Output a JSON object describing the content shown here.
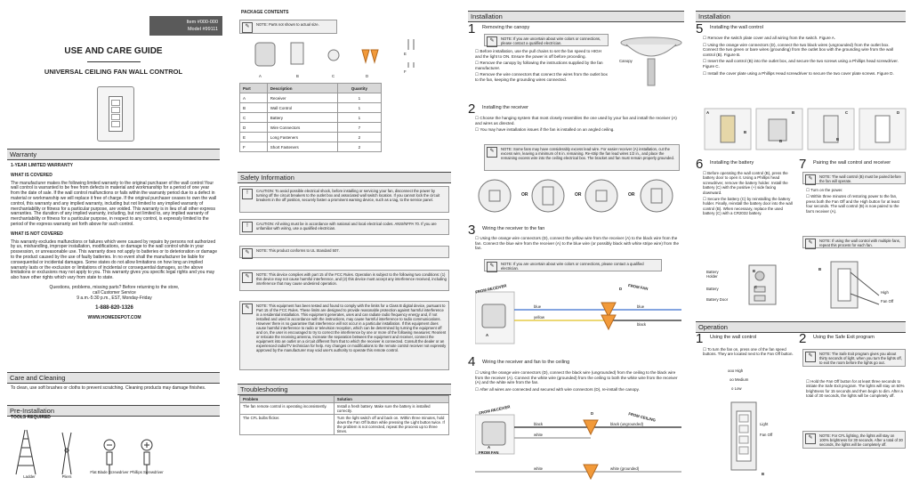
{
  "item_box": {
    "item": "Item #000-000",
    "model": "Model #99111"
  },
  "header": {
    "title": "USE AND CARE GUIDE",
    "subtitle": "UNIVERSAL CEILING FAN WALL CONTROL"
  },
  "warranty": {
    "heading": "Warranty",
    "limited_title": "1-YEAR LIMITED WARRANTY",
    "covered_title": "WHAT IS COVERED",
    "covered_text": "The manufacturer makes the following limited warranty to the original purchaser of the wall control:Your wall control is warranted to be free from defects in material and workmanship for a period of one year from the date of sale. If the wall control malfunctions or fails within the warranty period due to a defect in material or workmanship we will replace it free of charge. If the original purchaser ceases to own the wall control, this warranty and any implied warranty, including but not limited to any implied warranty of merchantability or fitness for a particular purpose, are voided. This warranty is in lieu of all other express warranties. The duration of any implied warranty, including, but not limited to, any implied warranty of merchantability or fitness for a particular purpose, in respect to any control, is expressly limited to the period of the express warranty set forth above for such control.",
    "not_covered_title": "WHAT IS NOT COVERED",
    "not_covered_text": "This warranty excludes malfunctions or failures which were caused by repairs by persons not authorized by us, mishandling, improper installation, modifications, or damage to the wall control while in your possession, or unreasonable use. This warranty does not apply to batteries or to deterioration or damage to the product caused by the use of faulty batteries. In no event shall the manufacturer be liable for consequential or incidental damages. Some states do not allow limitations on how long an implied warranty lasts or the exclusion or limitations of incidental or consequential damages, so the above limitations or exclusions may not apply to you. This warranty gives you specific legal rights and you may also have other rights which vary from state to state.",
    "contact_1": "Questions, problems, missing parts? Before returning to the store,",
    "contact_2": "call Customer Service",
    "contact_3": "9 a.m.-5:30 p.m., EST, Monday-Friday",
    "phone": "1-888-820-1326",
    "website": "WWW.HOMEDEPOT.COM"
  },
  "care": {
    "heading": "Care and Cleaning",
    "text": "To clean, use soft brushes or cloths to prevent scratching. Cleaning products may damage finishes."
  },
  "pre_install": {
    "heading": "Pre-Installation",
    "tools_title": "TOOLS REQUIRED",
    "tools": [
      "Ladder",
      "Pliers",
      "Flat Blade Screwdriver",
      "Phillips Screwdriver"
    ]
  },
  "package": {
    "heading": "PACKAGE CONTENTS",
    "note": "NOTE: Parts not shown to actual size.",
    "letters": [
      "A",
      "B",
      "C",
      "D",
      "E",
      "F"
    ],
    "columns": [
      "Part",
      "Description",
      "Quantity"
    ],
    "rows": [
      [
        "A",
        "Receiver",
        "1"
      ],
      [
        "B",
        "Wall Control",
        "1"
      ],
      [
        "C",
        "Battery",
        "1"
      ],
      [
        "D",
        "Wire Connectors",
        "7"
      ],
      [
        "E",
        "Long Fasteners",
        "2"
      ],
      [
        "F",
        "Short Fasteners",
        "2"
      ]
    ]
  },
  "safety": {
    "heading": "Safety Information",
    "caution1": "CAUTION: To avoid possible electrical shock, before installing or servicing your fan, disconnect the power by turning off the circuit breakers to the outlet box and associated wall switch location. If you cannot lock the circuit breakers in the off position, securely fasten a prominent warning device, such as a tag, to the service panel.",
    "caution2": "CAUTION: All wiring must be in accordance with national and local electrical codes. ANSI/NFPA 70. If you are unfamiliar with wiring, use a qualified electrician.",
    "note_ul": "NOTE: This product conforms to UL Standard 507.",
    "note_fcc": "NOTE: This device complies with part 15 of the FCC Rules. Operation is subject to the following two conditions: (1) this device may not cause harmful interference, and (2) this device must accept any interference received, including interference that may cause undesired operation.",
    "note_class_b": "NOTE: This equipment has been tested and found to comply with the limits for a Class B digital device, pursuant to Part 15 of the FCC Rules. These limits are designed to provide reasonable protection against harmful interference in a residential installation. This equipment generates, uses and can radiate radio frequency energy and, if not installed and used in accordance with the instructions, may cause harmful interference to radio communications. However there is no guarantee that interference will not occur in a particular installation. If this equipment does cause harmful interference to radio or television reception, which can be determined by turning the equipment off and on, the user is encouraged to try to correct the interference by one or more of the following measures: Reorient or relocate the receiving antenna, Increase the separation between the equipment and receiver, connect the equipment into an outlet on a circuit different from that to which the receiver is connected. Consult the dealer or an experienced radio/TV technician for help. Any changes or modifications to the remote control receiver not expressly approved by the manufacturer may void user's authority to operate this remote control."
  },
  "troubleshooting": {
    "heading": "Troubleshooting",
    "columns": [
      "Problem",
      "Solution"
    ],
    "rows": [
      [
        "The fan remote control is operating inconsistently.",
        "Install a fresh battery. Make sure the battery is installed correctly."
      ],
      [
        "The CFL bulbs flicker.",
        "Turn the light switch off and back on. Within three minutes, hold down the Fan Off button while pressing the Light button twice. If the problem is not corrected, repeat the process up to three times."
      ]
    ]
  },
  "installation": {
    "heading": "Installation",
    "step1": {
      "num": "1",
      "title": "Removing the canopy",
      "note": "NOTE: If you are uncertain about wire colors or connections, please contact a qualified electrician.",
      "bullets": [
        "Before installation, use the pull chains to set the fan speed to HIGH and the light to ON. Ensure the power is off before proceding.",
        "Remove the canopy by following the instructions supplied by the fan manufacturer.",
        "Remove the wire connectors that connect the wires from the outlet box to the fan, keeping the grounding wires connected."
      ],
      "fig_label": "Canopy"
    },
    "step2": {
      "num": "2",
      "title": "Installing the receiver",
      "bullets": [
        "Choose the hanging system that most closely resembles the one used by your fan and install the receiver (A) and wires as directed.",
        "You may have installation issues if the fan is installed on an angled ceiling."
      ],
      "note": "NOTE: Some fans may have considerably excess lead wire. For easier receiver (A) installation, cut the excess wire, leaving a minimum of 6 in. remaining. Re-strip the fan lead wires 1/2 in., and place the remaining excess wire into the ceiling electrical box. The bracket and fan must remain properly grounded.",
      "or": "OR"
    },
    "step3": {
      "num": "3",
      "title": "Wiring the receiver to the fan",
      "bullets": [
        "Using the orange wire connectors (D), connect the yellow wire from the receiver (A) to the black wire from the fan. Connect the blue wire from the receiver (A) to the blue wire (or possibly black with white stripe wire) from the fan."
      ],
      "note": "NOTE: If you are uncertain about wire colors or connections, please contact a qualified electrician.",
      "from_receiver": "FROM RECEIVER",
      "from_fan": "FROM FAN",
      "wires": [
        "blue",
        "yellow",
        "blue",
        "black"
      ],
      "letters": [
        "A",
        "D"
      ]
    },
    "step4": {
      "num": "4",
      "title": "Wiring the receiver and fan to the ceiling",
      "bullets": [
        "Using the orange wire connectors (D), connect the black wire (ungrounded) from the ceiling to the black wire from the receiver (A). Connect the white wire (grounded) from the ceiling to both the white wire from the receiver (A) and the white wire from the fan.",
        "After all wires are connected and secured with wire connectors (D), re-install the canopy."
      ],
      "from_receiver": "FROM RECEIVER",
      "from_ceiling": "FROM CEILING",
      "from_fan": "FROM FAN",
      "wires": [
        "black",
        "black (ungrounded)",
        "white",
        "white",
        "white (grounded)"
      ],
      "letters": [
        "D",
        "A"
      ]
    }
  },
  "installation_right": {
    "heading": "Installation",
    "step5": {
      "num": "5",
      "title": "Installing the wall control",
      "bullets": [
        "Remove the switch plate cover and all wiring from the switch. Figure A.",
        "Using the orange wire connectors (D), connect the two black wires (ungrounded) from the outlet box. Connect the two green or bare wires (grounding) from the outlet box with the grounding wire from the wall control (B). Figure B.",
        "Insert the wall control (B) into the outlet box, and secure the two screws using a Phillips head screwdriver. Figure C.",
        "Install the cover plate using a Phillips Head screwdriver to secure the two cover plate screws. Figure D."
      ],
      "fig_letters": [
        "A",
        "B",
        "C",
        "D"
      ],
      "b_labels": [
        "B",
        "B",
        "B"
      ]
    },
    "step6": {
      "num": "6",
      "title": "Installing the battery",
      "bullets": [
        "Before operating the wall control (B), press the battery door to open it. Using a Phillips head screwdriver, remove the battery holder. Install the battery (C) with the positive (+) side facing downward.",
        "Secure the battery (C) by reinstalling the battery holder. Finally, reinstall the battery door into the wall control (B). When necessary, replace the used battery (C) with a CR2032 battery."
      ],
      "labels": [
        "Battery Holder",
        "Battery",
        "Battery Door",
        "B",
        "C"
      ]
    },
    "step7": {
      "num": "7",
      "title": "Pairing the wall control and receiver",
      "note1": "NOTE: The wall control (B) must be paired before the fan will operate.",
      "bullets": [
        "Turn on the power.",
        "Within three minutes of restoring power to the fan, press both the Fan Off and the High button for at least four seconds. The wall control (B) is now paired to the fan's receiver (A)."
      ],
      "note2": "NOTE: If using the wall control with multiple fans, repeat this process for each fan.",
      "labels": [
        "High",
        "Fan Off",
        "B"
      ]
    }
  },
  "operation": {
    "heading": "Operation",
    "step1": {
      "num": "1",
      "title": "Using the wall control",
      "bullets": [
        "To turn the fan on, press one of the fan speed buttons. They are located next to the Fan Off button."
      ],
      "speeds": [
        "High",
        "Medium",
        "Low"
      ],
      "speed_dots": [
        "ooo",
        "oo",
        "o"
      ],
      "labels": [
        "Light",
        "Fan Off",
        "B"
      ]
    },
    "step2": {
      "num": "2",
      "title": "Using the Safe Exit program",
      "note1": "NOTE: The Safe Exit program gives you about thirty seconds of light, when you turn the lights off, to exit the room before the lights go out.",
      "bullets": [
        "Hold the Fan Off button for at least three seconds to initiate the Safe Exit program. The lights will stay on 50% brightness for 15 seconds and then begin to dim. After a total of 30 seconds, the lights will be completely off."
      ],
      "note2": "NOTE: For CFL lighting, the lights will stay on 100% brightness for 30 seconds. After a total of 30 seconds, the lights will be completely off."
    }
  }
}
